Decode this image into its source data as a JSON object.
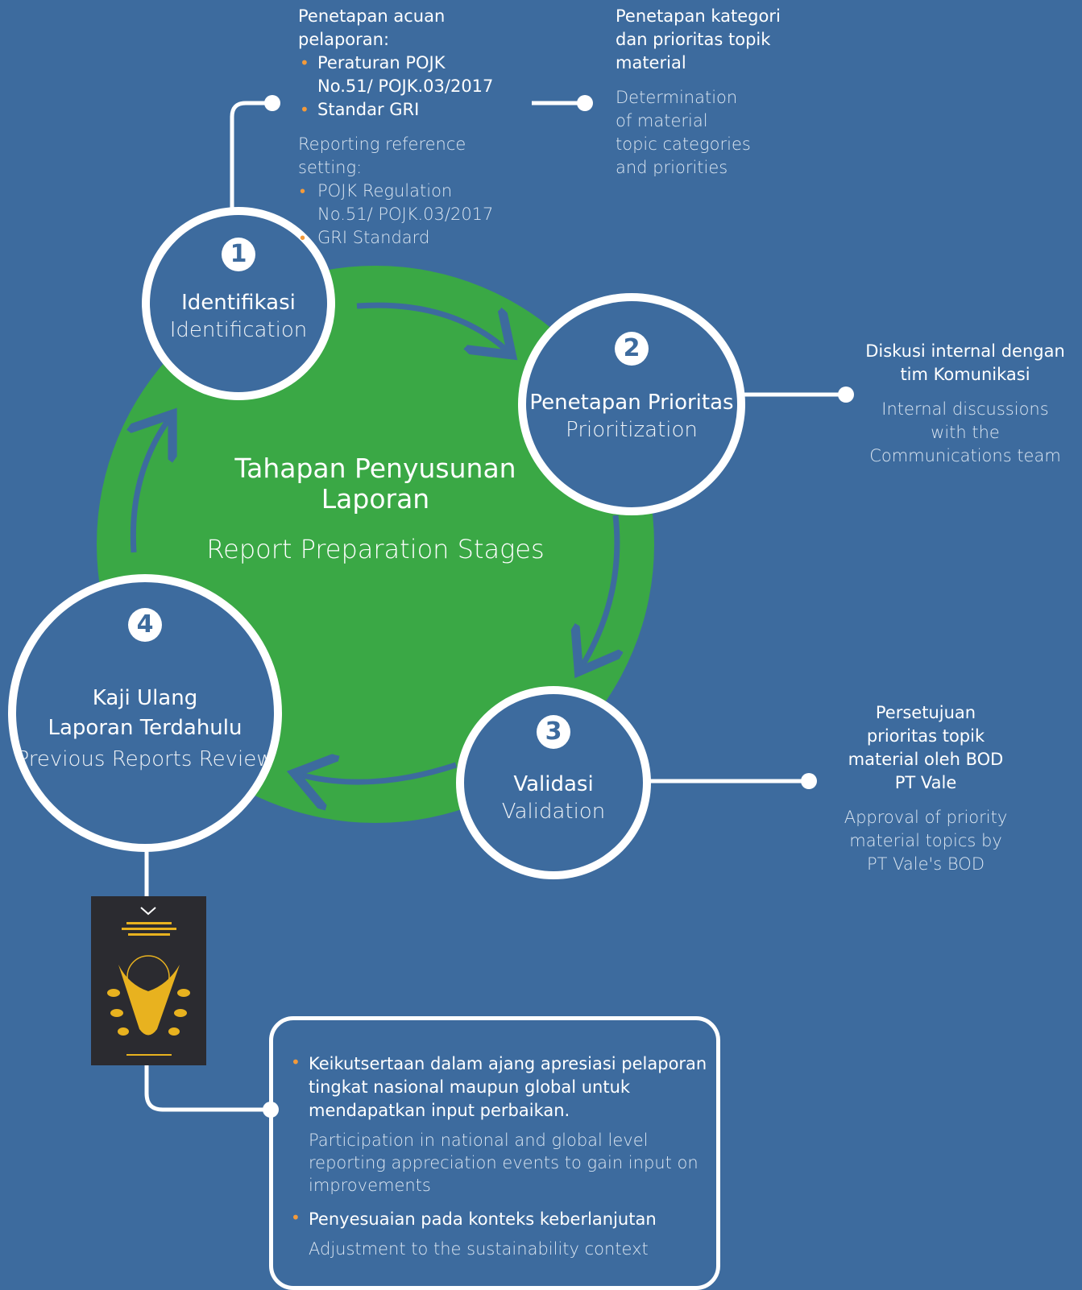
{
  "center": {
    "title_id": "Tahapan Penyusunan Laporan",
    "title_en": "Report Preparation Stages"
  },
  "stages": [
    {
      "number": "1",
      "title_id": "Identifikasi",
      "title_en": "Identification"
    },
    {
      "number": "2",
      "title_id": "Penetapan Prioritas",
      "title_en": "Prioritization"
    },
    {
      "number": "3",
      "title_id": "Validasi",
      "title_en": "Validation"
    },
    {
      "number": "4",
      "title_id_line1": "Kaji Ulang",
      "title_id_line2": "Laporan Terdahulu",
      "title_en": "Previous Reports Review"
    }
  ],
  "notes": {
    "identification": {
      "heading_id": "Penetapan acuan pelaporan:",
      "bullets_id": [
        "Peraturan POJK No.51/ POJK.03/2017",
        "Standar GRI"
      ],
      "heading_en": "Reporting reference setting:",
      "bullets_en": [
        "POJK Regulation No.51/ POJK.03/2017",
        "GRI Standard"
      ]
    },
    "identification_right": {
      "text_id": "Penetapan kategori dan prioritas topik material",
      "text_en": "Determination of material topic categories and priorities"
    },
    "prioritization": {
      "text_id": "Diskusi internal dengan tim Komunikasi",
      "text_en": "Internal discussions with the Communications team"
    },
    "validation": {
      "text_id": "Persetujuan prioritas topik material oleh BOD PT Vale",
      "text_en": "Approval of priority material topics by PT Vale's BOD"
    },
    "review": {
      "item1_id": "Keikutsertaan dalam ajang apresiasi pelaporan tingkat nasional maupun global untuk mendapatkan input perbaikan.",
      "item1_en": "Participation in national and global level reporting appreciation events to gain input on improvements",
      "item2_id": "Penyesuaian pada konteks keberlanjutan",
      "item2_en": "Adjustment to the sustainability context"
    }
  },
  "colors": {
    "background": "#3d6b9e",
    "disc": "#3aa845",
    "bullet": "#f39a3a",
    "line": "#ffffff"
  }
}
